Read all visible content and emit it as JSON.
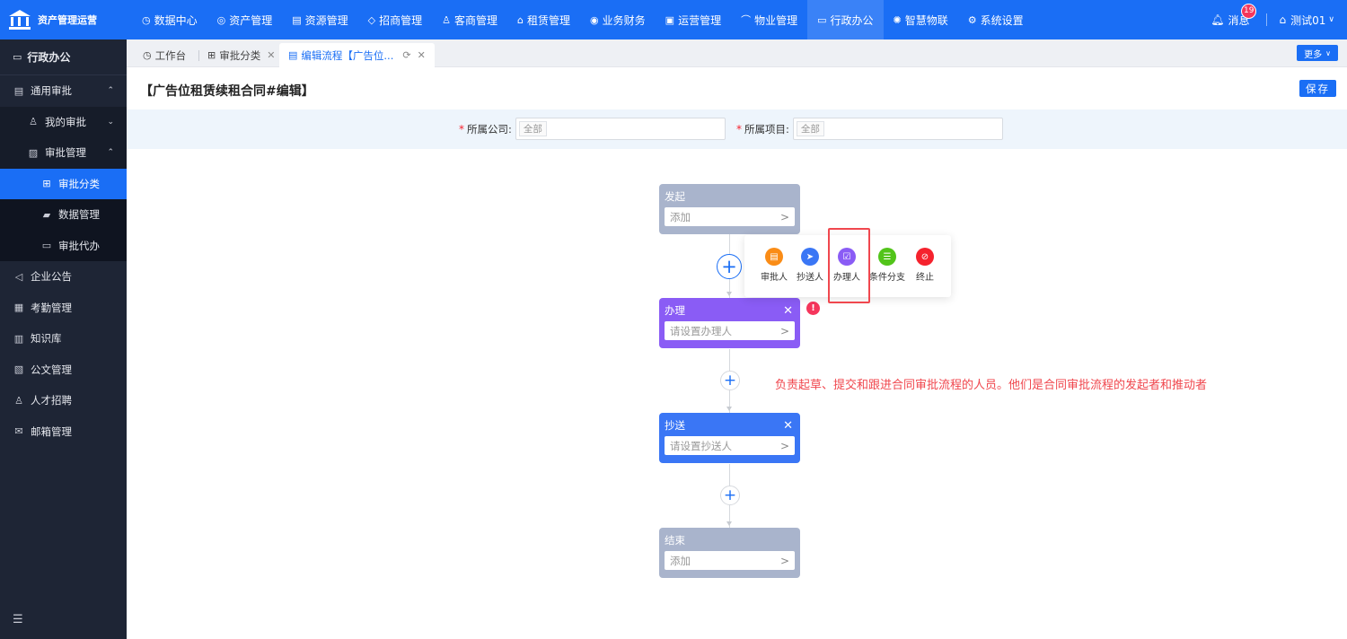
{
  "app": {
    "logo_text": "资产管理运营"
  },
  "topnav": {
    "items": [
      {
        "label": "数据中心",
        "icon": "◷"
      },
      {
        "label": "资产管理",
        "icon": "◎"
      },
      {
        "label": "资源管理",
        "icon": "▤"
      },
      {
        "label": "招商管理",
        "icon": "◇"
      },
      {
        "label": "客商管理",
        "icon": "♙"
      },
      {
        "label": "租赁管理",
        "icon": "⌂"
      },
      {
        "label": "业务财务",
        "icon": "◉"
      },
      {
        "label": "运营管理",
        "icon": "▣"
      },
      {
        "label": "物业管理",
        "icon": "⌒"
      },
      {
        "label": "行政办公",
        "icon": "▭"
      },
      {
        "label": "智慧物联",
        "icon": "✺"
      },
      {
        "label": "系统设置",
        "icon": "⚙"
      }
    ],
    "active_index": 9,
    "messages_label": "消息",
    "messages_count": "19",
    "user_name": "测试01"
  },
  "sidebar": {
    "header": "行政办公",
    "items": [
      {
        "label": "通用审批",
        "icon": "▤",
        "arrow": "⌃"
      },
      {
        "label": "我的审批",
        "icon": "♙",
        "arrow": "⌄"
      },
      {
        "label": "审批管理",
        "icon": "▨",
        "arrow": "⌃"
      },
      {
        "label": "审批分类",
        "icon": "⊞"
      },
      {
        "label": "数据管理",
        "icon": "▰"
      },
      {
        "label": "审批代办",
        "icon": "▭"
      },
      {
        "label": "企业公告",
        "icon": "◁"
      },
      {
        "label": "考勤管理",
        "icon": "▦"
      },
      {
        "label": "知识库",
        "icon": "▥"
      },
      {
        "label": "公文管理",
        "icon": "▧"
      },
      {
        "label": "人才招聘",
        "icon": "♙"
      },
      {
        "label": "邮箱管理",
        "icon": "✉"
      }
    ],
    "collapse_icon": "☰"
  },
  "tabs": {
    "items": [
      {
        "label": "工作台",
        "icon": "◷"
      },
      {
        "label": "审批分类",
        "icon": "⊞"
      },
      {
        "label": "编辑流程【广告位...",
        "icon": "▤"
      }
    ],
    "more_label": "更多"
  },
  "page": {
    "title": "【广告位租赁续租合同#编辑】",
    "save_label": "保存"
  },
  "filters": {
    "company_label": "所属公司:",
    "company_value": "全部",
    "project_label": "所属项目:",
    "project_value": "全部"
  },
  "flow": {
    "start": {
      "title": "发起",
      "placeholder": "添加"
    },
    "handle": {
      "title": "办理",
      "placeholder": "请设置办理人"
    },
    "cc": {
      "title": "抄送",
      "placeholder": "请设置抄送人"
    },
    "end": {
      "title": "结束",
      "placeholder": "添加"
    },
    "warn_mark": "!"
  },
  "popover": {
    "items": [
      {
        "label": "审批人",
        "color": "#fa8c16",
        "icon": "▤"
      },
      {
        "label": "抄送人",
        "color": "#3a76f5",
        "icon": "➤"
      },
      {
        "label": "办理人",
        "color": "#8a5cf5",
        "icon": "☑"
      },
      {
        "label": "条件分支",
        "color": "#52c41a",
        "icon": "☰"
      },
      {
        "label": "终止",
        "color": "#f5222d",
        "icon": "⊘"
      }
    ]
  },
  "annotation": "负责起草、提交和跟进合同审批流程的人员。他们是合同审批流程的发起者和推动者"
}
